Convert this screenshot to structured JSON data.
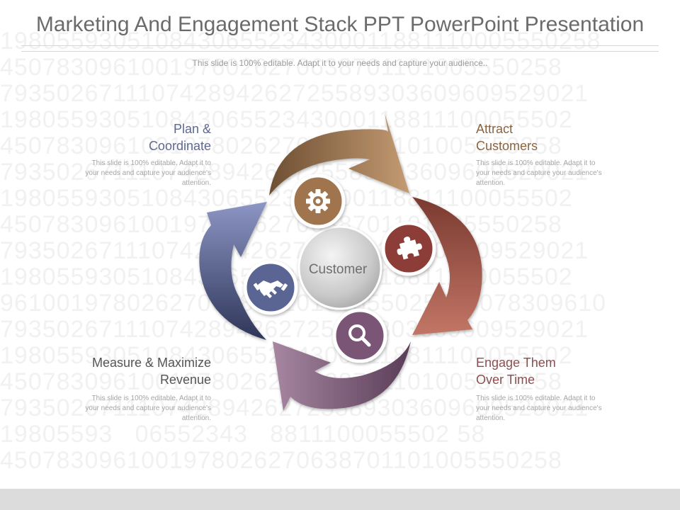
{
  "title": "Marketing And Engagement Stack PPT PowerPoint Presentation",
  "subtitle": "This slide is 100% editable. Adapt it to your needs and capture your audience..",
  "center_label": "Customer",
  "items": [
    {
      "title_line1": "Plan &",
      "title_line2": "Coordinate",
      "desc": "This slide is 100% editable. Adapt it to your needs and capture your audience's attention.",
      "color": "#5e6891",
      "icon": "gear-icon"
    },
    {
      "title_line1": "Attract",
      "title_line2": "Customers",
      "desc": "This slide is 100% editable. Adapt it to your needs and capture your audience's attention.",
      "color": "#8a6440",
      "icon": "puzzle-icon"
    },
    {
      "title_line1": "Engage Them",
      "title_line2": "Over Time",
      "desc": "This slide is 100% editable. Adapt it to your needs and capture your audience's attention.",
      "color": "#8a5050",
      "icon": "magnifier-icon"
    },
    {
      "title_line1": "Measure & Maximize",
      "title_line2": "Revenue",
      "desc": "This slide is 100% editable. Adapt it to your needs and capture your audience's attention.",
      "color": "#555555",
      "icon": "handshake-icon"
    }
  ],
  "colors": {
    "arrow_brown": "#a47b55",
    "arrow_red": "#9d4f40",
    "arrow_purple": "#7f5a7b",
    "arrow_blue": "#5c6798",
    "circle_brown": "#a0744d",
    "circle_red": "#8c3e38",
    "circle_purple": "#7a5575",
    "circle_blue": "#5a6594"
  }
}
